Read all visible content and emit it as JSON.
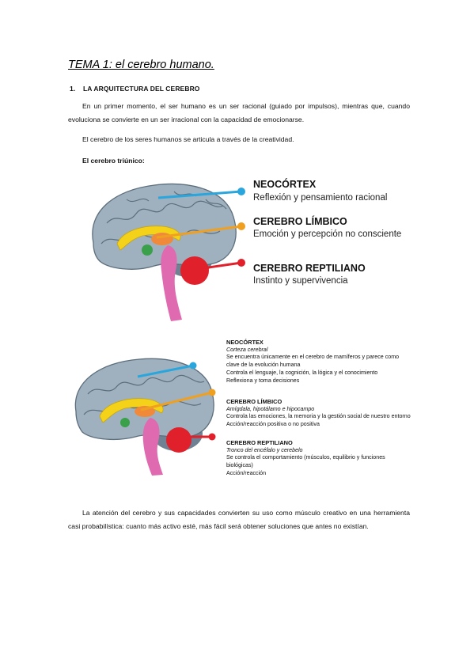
{
  "doc": {
    "title": "TEMA 1: el cerebro humano.",
    "section_number": "1.",
    "section_title": "LA ARQUITECTURA DEL CEREBRO",
    "paragraph_1": "En un primer momento, el ser humano es un ser racional (guiado por impulsos), mientras que, cuando evoluciona se convierte en un ser irracional con la capacidad de emocionarse.",
    "paragraph_2": "El cerebro de los seres humanos se articula a través de la creatividad.",
    "figure_label": "El cerebro triúnico:",
    "paragraph_3": "La atención del cerebro y sus capacidades convierten su uso como músculo creativo en una herramienta casi probabilística: cuanto más activo esté, más fácil será obtener soluciones que antes no existían."
  },
  "figure_1": {
    "neocortex_title": "NEOCÓRTEX",
    "neocortex_desc": "Reflexión y pensamiento racional",
    "limbico_title": "CEREBRO LÍMBICO",
    "limbico_desc": "Emoción y percepción no consciente",
    "reptiliano_title": "CEREBRO REPTILIANO",
    "reptiliano_desc": "Instinto y supervivencia",
    "colors": {
      "neocortex": "#2ba6dd",
      "limbico": "#f0a020",
      "reptiliano": "#e0202a"
    }
  },
  "figure_2": {
    "neocortex": {
      "title": "NEOCÓRTEX",
      "subtitle": "Corteza cerebral",
      "lines": [
        "Se encuentra únicamente en el cerebro de mamíferos y parece como",
        "clave de la evolución humana",
        "Controla el lenguaje, la cognición, la lógica y el conocimiento",
        "Reflexiona y toma decisiones"
      ]
    },
    "limbico": {
      "title": "CEREBRO LÍMBICO",
      "subtitle": "Amígdala, hipotálamo e hipocampo",
      "lines": [
        "Controla las emociones, la memoria y la gestión social de nuestro entorno",
        "Acción/reacción positiva o no positiva"
      ]
    },
    "reptiliano": {
      "title": "CEREBRO REPTILIANO",
      "subtitle": "Tronco del encéfalo y cerebelo",
      "lines": [
        "Se controla el comportamiento (músculos, equilibrio y funciones",
        "biológicas)",
        "Acción/reacción"
      ]
    }
  }
}
